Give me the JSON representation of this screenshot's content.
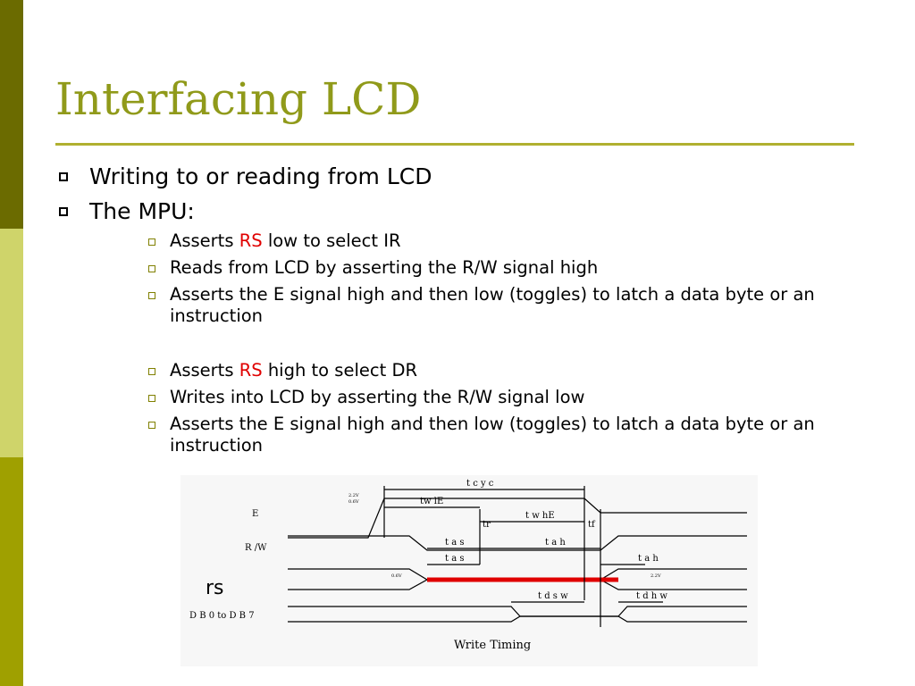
{
  "title": "Interfacing LCD",
  "bullets": {
    "l1_1": "Writing to or reading from LCD",
    "l1_2": "The MPU:",
    "s1_pre": "Asserts ",
    "s1_rs": "RS",
    "s1_post": " low to select IR",
    "s2": "Reads from LCD by asserting the R/W signal high",
    "s3": "Asserts the E signal high and then low (toggles) to latch a data byte or an instruction",
    "s4_pre": "Asserts ",
    "s4_rs": "RS",
    "s4_post": " high to select DR",
    "s5": "Writes into LCD by asserting the R/W signal low",
    "s6": "Asserts the E signal high and then low (toggles) to latch a data byte or an instruction"
  },
  "overlay_label": "rs",
  "diagram": {
    "signal_e": "E",
    "signal_rw": "R /W",
    "signal_db": "D B 0  to  D B 7",
    "caption": "Write Timing",
    "t_cyc": "t c y c",
    "tw_le": "tw lE",
    "tw_he": "t w hE",
    "t_r": "tr",
    "t_f": "tf",
    "t_as1": "t a s",
    "t_ah1": "t a h",
    "t_as2": "t a s",
    "t_ah2": "t a h",
    "t_dsw": "t d s w",
    "t_dhw": "t d h w",
    "v_hi1": "2.2V",
    "v_lo1": "0.6V",
    "v_hi2": "2.2V",
    "v_lo2": "0.6V"
  },
  "colors": {
    "title": "#909a1a",
    "highlight": "#e00000",
    "sidebar_dark": "#6b6b00",
    "sidebar_light": "#cfd46a",
    "sidebar_mid": "#9fa000"
  }
}
